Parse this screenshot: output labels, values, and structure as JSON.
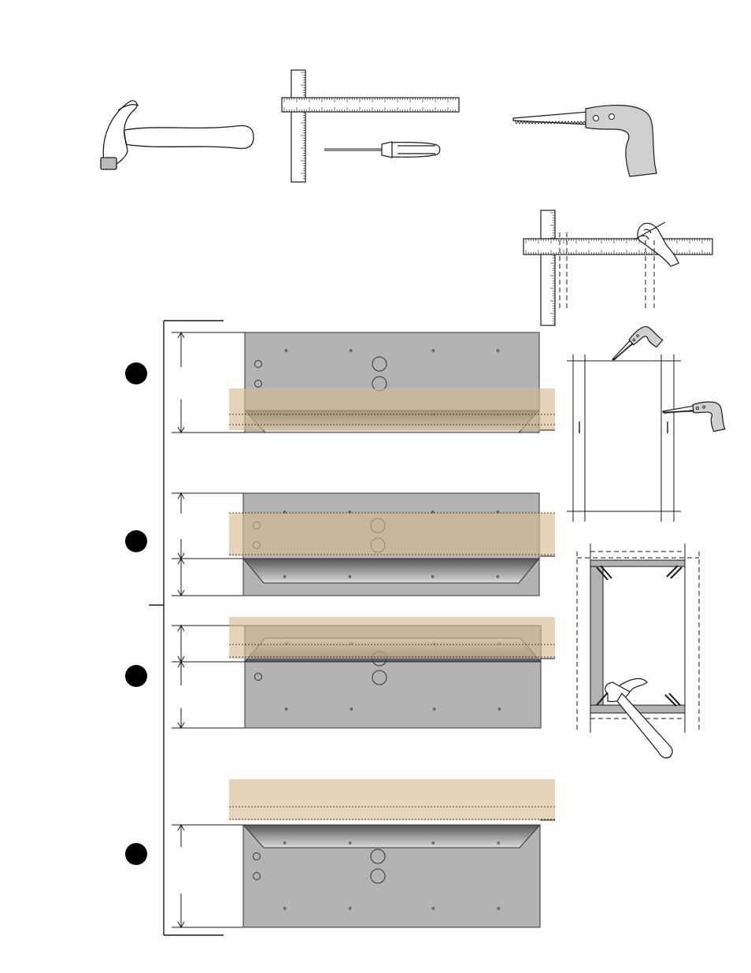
{
  "colors": {
    "panel_fill": "#b3b3b3",
    "panel_stroke": "#333333",
    "wood_fill": "#d9b78f",
    "wood_opacity": "0.62",
    "ink": "#1a1a1a",
    "step_dot": "#000000",
    "handle_fill": "#d0d0d0"
  },
  "tools": {
    "hammer": "hammer-icon",
    "square": "carpenter-square-icon",
    "screwdriver": "screwdriver-icon",
    "saw": "keyhole-saw-icon"
  },
  "steps": [
    {
      "id": "step-1",
      "bar": "low"
    },
    {
      "id": "step-2",
      "bar": "mid"
    },
    {
      "id": "step-3",
      "bar": "high"
    },
    {
      "id": "step-4",
      "bar": "above"
    }
  ]
}
